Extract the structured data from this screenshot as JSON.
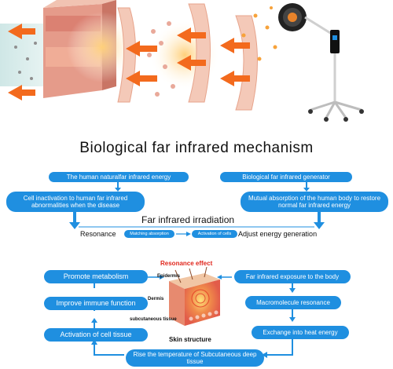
{
  "title": "Biological far infrared mechanism",
  "top_left": "The human naturalfar infrared energy",
  "top_right": "Biological far infrared generator",
  "mid_left": "Cell inactivation to human far infrared abnormalities when the disease",
  "mid_right": "Mutual absorption of the human body to restore normal far infrared energy",
  "irradiation": "Far infrared irradiation",
  "resonance": "Resonance",
  "matching_absorption": "Matching absorption",
  "activation_of_cells": "Activation of cells",
  "adjust_energy": "Adjust energy generation",
  "resonance_effect": "Resonance effect",
  "left_chain": {
    "promote_metabolism": "Promote metabolism",
    "improve_immune": "Improve immune function",
    "activation_tissue": "Activation of cell tissue"
  },
  "right_chain": {
    "exposure": "Far infrared exposure to the body",
    "macromolecule": "Macromolecule resonance",
    "exchange": "Exchange into heat energy"
  },
  "bottom": "Rise the temperature of Subcutaneous deep tissue",
  "skin_labels": {
    "epidermis": "Epidermis",
    "dermis": "Dermis",
    "subcutaneous": "subcutaneous tissue",
    "structure": "Skin structure"
  },
  "colors": {
    "pill_blue": "#1f8fe0",
    "arrow_blue": "#1f8fe0",
    "accent_red": "#e0261c",
    "heat_orange": "#f36a1d"
  }
}
